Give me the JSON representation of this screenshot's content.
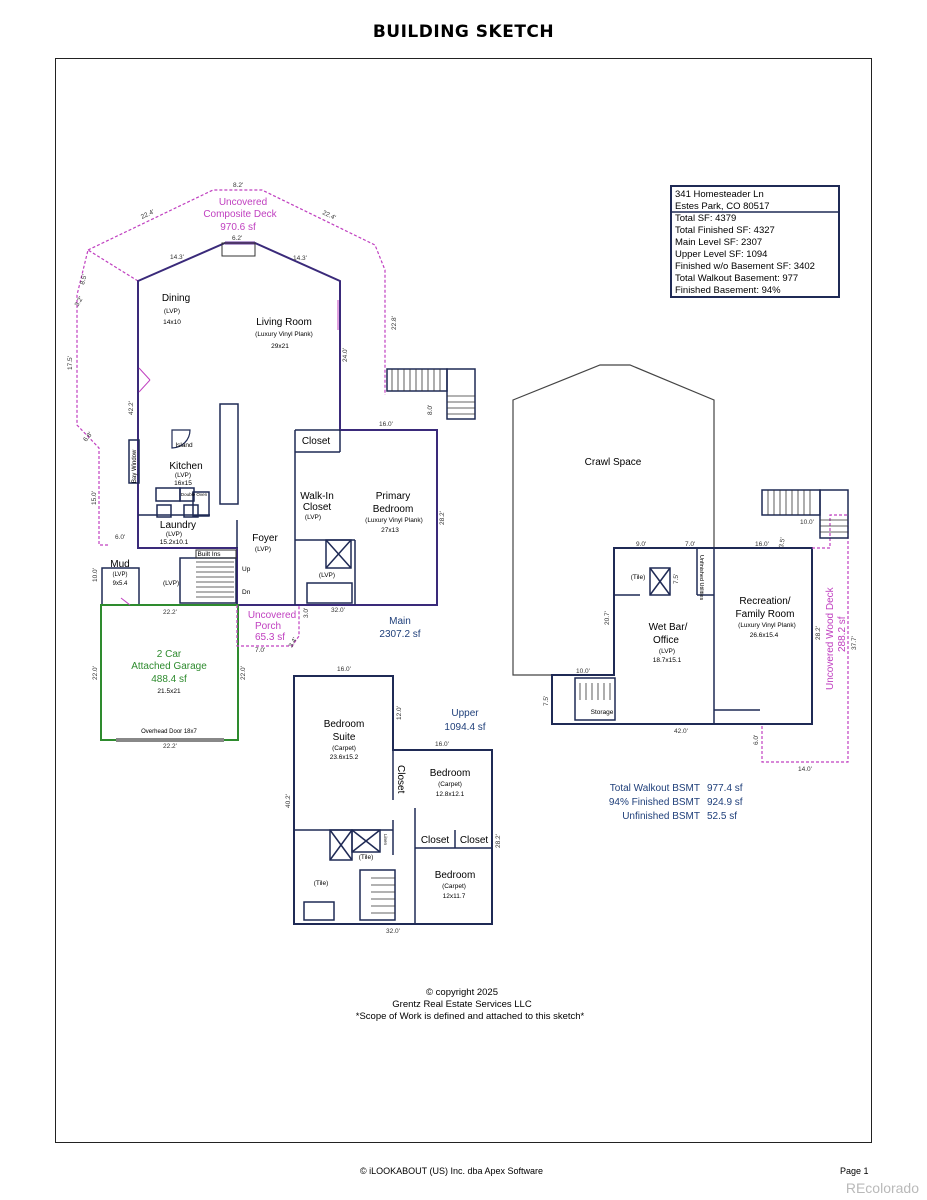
{
  "header": {
    "title": "BUILDING SKETCH"
  },
  "info_box": {
    "address1": "341 Homesteader Ln",
    "address2": "Estes Park, CO 80517",
    "lines": [
      "Total SF: 4379",
      "Total Finished SF: 4327",
      "Main Level SF: 2307",
      "Upper Level SF: 1094",
      "Finished w/o Basement SF: 3402",
      "Total Walkout Basement: 977",
      "Finished Basement: 94%"
    ]
  },
  "colors": {
    "deck": "#c040c0",
    "garage": "#2e8b2e",
    "wall": "#1f2a55",
    "main_wall": "#3a2a7a",
    "blue_text": "#1f3f7a"
  },
  "main": {
    "deck": {
      "label1": "Uncovered",
      "label2": "Composite Deck",
      "area": "970.6 sf"
    },
    "dining": {
      "name": "Dining",
      "mat": "(LVP)",
      "size": "14x10"
    },
    "living": {
      "name": "Living Room",
      "mat": "(Luxury Vinyl Plank)",
      "size": "29x21"
    },
    "island": "Island",
    "bay_window": "Bay Window",
    "kitchen": {
      "name": "Kitchen",
      "mat": "(LVP)",
      "size": "16x15",
      "oven": "Double Oven"
    },
    "closet": "Closet",
    "walkin": {
      "name1": "Walk-In",
      "name2": "Closet",
      "mat": "(LVP)"
    },
    "primary": {
      "name1": "Primary",
      "name2": "Bedroom",
      "mat": "(Luxury Vinyl Plank)",
      "size": "27x13"
    },
    "laundry": {
      "name": "Laundry",
      "mat": "(LVP)",
      "size": "15.2x10.1"
    },
    "foyer": {
      "name": "Foyer",
      "mat": "(LVP)"
    },
    "builtins": "Built Ins",
    "up": "Up",
    "dn": "Dn",
    "mud": {
      "name": "Mud",
      "mat": "(LVP)",
      "size": "9x5.4"
    },
    "lvp": "(LVP)",
    "porch": {
      "label1": "Uncovered",
      "label2": "Porch",
      "area": "65.3 sf"
    },
    "level": {
      "name": "Main",
      "area": "2307.2 sf"
    },
    "garage": {
      "name1": "2 Car",
      "name2": "Attached Garage",
      "area": "488.4 sf",
      "size": "21.5x21",
      "door": "Overhead Door 18x7"
    },
    "dims": {
      "deck_top": "8.2'",
      "deck_left": "22.4'",
      "deck_right": "22.4'",
      "deck_8_5": "8.5'",
      "deck_3_2": "3.2'",
      "deck_17_5": "17.5'",
      "deck_6_8": "6.8'",
      "deck_15": "15.0'",
      "deck_22_8": "22.8'",
      "fp": "6.2'",
      "l_14_3": "14.3'",
      "r_14_3": "14.3'",
      "d24": "24.0'",
      "d42": "42.2'",
      "d16": "16.0'",
      "d6": "6.0'",
      "d8": "8.0'",
      "d28": "28.2'",
      "d32": "32.0'",
      "mud6": "6.0'",
      "mud10": "10.0'",
      "g22t": "22.2'",
      "g22l": "22.0'",
      "g22r": "22.0'",
      "g22b": "22.2'",
      "porch3": "3.0'",
      "porch7": "7.0'",
      "porch34": "3.4'"
    }
  },
  "upper": {
    "suite": {
      "name1": "Bedroom",
      "name2": "Suite",
      "mat": "(Carpet)",
      "size": "23.6x15.2"
    },
    "bed1": {
      "name": "Bedroom",
      "mat": "(Carpet)",
      "size": "12.8x12.1"
    },
    "bed2": {
      "name": "Bedroom",
      "mat": "(Carpet)",
      "size": "12x11.7"
    },
    "closet": "Closet",
    "tile": "(Tile)",
    "linen": "Linen",
    "level": {
      "name": "Upper",
      "area": "1094.4 sf"
    },
    "dims": {
      "top16": "16.0'",
      "d12": "12.0'",
      "r16": "16.0'",
      "l40": "40.2'",
      "r28": "28.2'",
      "b32": "32.0'"
    }
  },
  "basement": {
    "crawl": "Crawl Space",
    "tile": "(Tile)",
    "unfinished": "Unfinished Utilities",
    "wetbar": {
      "name1": "Wet Bar/",
      "name2": "Office",
      "mat": "(LVP)",
      "size": "18.7x15.1"
    },
    "rec": {
      "name1": "Recreation/",
      "name2": "Family Room",
      "mat": "(Luxury Vinyl Plank)",
      "size": "26.6x15.4"
    },
    "storage": "Storage",
    "deck": {
      "label": "Uncovered Wood Deck",
      "area": "288.2 sf"
    },
    "dims": {
      "d9": "9.0'",
      "d7": "7.0'",
      "d7_5": "7.5'",
      "d16": "16.0'",
      "d10t": "10.0'",
      "d3_5": "3.5'",
      "d20_7": "20.7'",
      "d10": "10.0'",
      "d7_5b": "7.5'",
      "d42": "42.0'",
      "d28_2": "28.2'",
      "d37_7": "37.7'",
      "d6": "6.0'",
      "d14": "14.0'"
    },
    "totals": [
      {
        "label": "Total Walkout BSMT",
        "value": "977.4 sf"
      },
      {
        "label": "94% Finished BSMT",
        "value": "924.9 sf"
      },
      {
        "label": "Unfinished BSMT",
        "value": "52.5 sf"
      }
    ]
  },
  "copyright": {
    "line1": "© copyright 2025",
    "line2": "Grentz Real Estate Services LLC",
    "line3": "*Scope of Work is defined and attached to this sketch*"
  },
  "footer": {
    "left": "© iLOOKABOUT (US) Inc. dba Apex Software",
    "right": "Page 1"
  },
  "watermark": "REcolorado"
}
